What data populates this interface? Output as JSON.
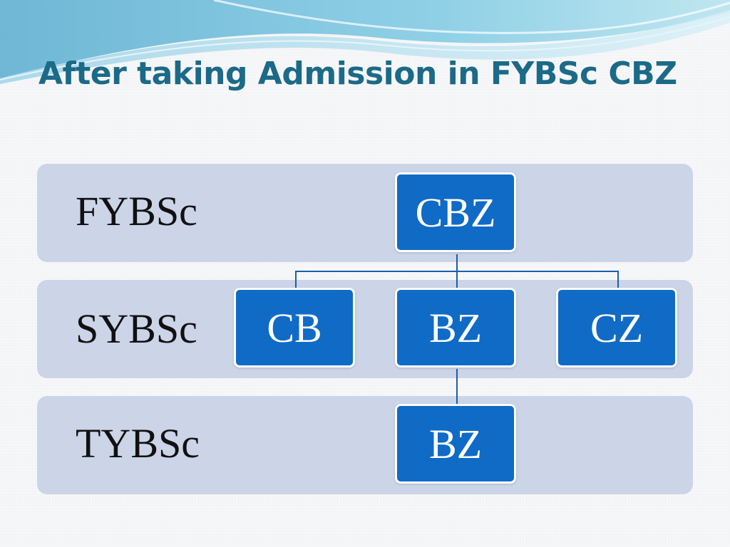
{
  "slide": {
    "title": "After taking Admission in FYBSc CBZ"
  },
  "levels": [
    {
      "label": "FYBSc"
    },
    {
      "label": "SYBSc"
    },
    {
      "label": "TYBSc"
    }
  ],
  "nodes": {
    "fy_cbz": "CBZ",
    "sy_cb": "CB",
    "sy_bz": "BZ",
    "sy_cz": "CZ",
    "ty_bz": "BZ"
  },
  "colors": {
    "title": "#1b6a87",
    "band": "#ccd4e8",
    "node": "#0f6bc6",
    "connector": "#1a5ea8"
  }
}
